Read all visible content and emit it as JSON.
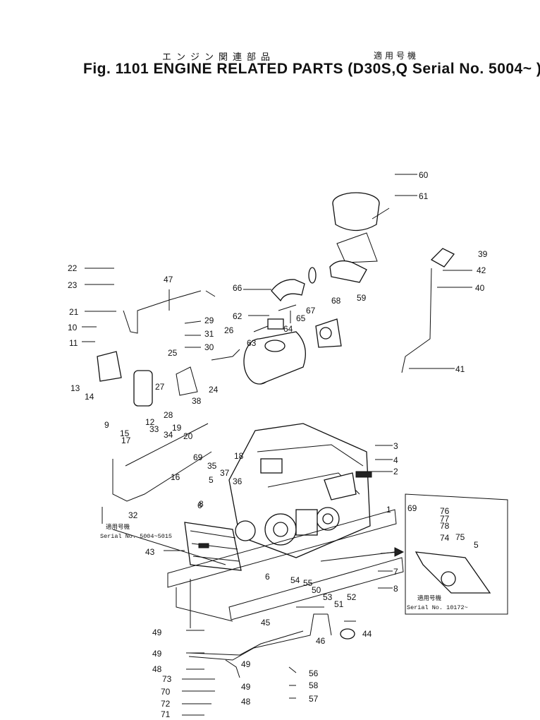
{
  "title": {
    "jp": "エンジン関連部品",
    "jp_serial": "適用号機",
    "main": "Fig. 1101 ENGINE RELATED PARTS (D30S,Q Serial No. 5004~ )"
  },
  "notes": {
    "left_jp": "適用号機",
    "left_serial": "Serial No. 5004~5015",
    "inset_jp": "適用号機",
    "inset_serial": "Serial No. 10172~"
  },
  "part_labels": [
    "1",
    "2",
    "3",
    "4",
    "5",
    "6",
    "7",
    "8",
    "9",
    "10",
    "11",
    "12",
    "13",
    "14",
    "15",
    "16",
    "17",
    "18",
    "19",
    "20",
    "21",
    "22",
    "23",
    "24",
    "25",
    "26",
    "27",
    "28",
    "29",
    "30",
    "31",
    "32",
    "33",
    "34",
    "35",
    "36",
    "37",
    "38",
    "39",
    "40",
    "41",
    "42",
    "43",
    "44",
    "45",
    "46",
    "47",
    "48",
    "49",
    "50",
    "51",
    "52",
    "53",
    "54",
    "55",
    "56",
    "57",
    "58",
    "59",
    "60",
    "61",
    "62",
    "63",
    "64",
    "65",
    "66",
    "67",
    "68",
    "69",
    "70",
    "71",
    "72",
    "73",
    "74",
    "75",
    "76",
    "77",
    "78"
  ]
}
